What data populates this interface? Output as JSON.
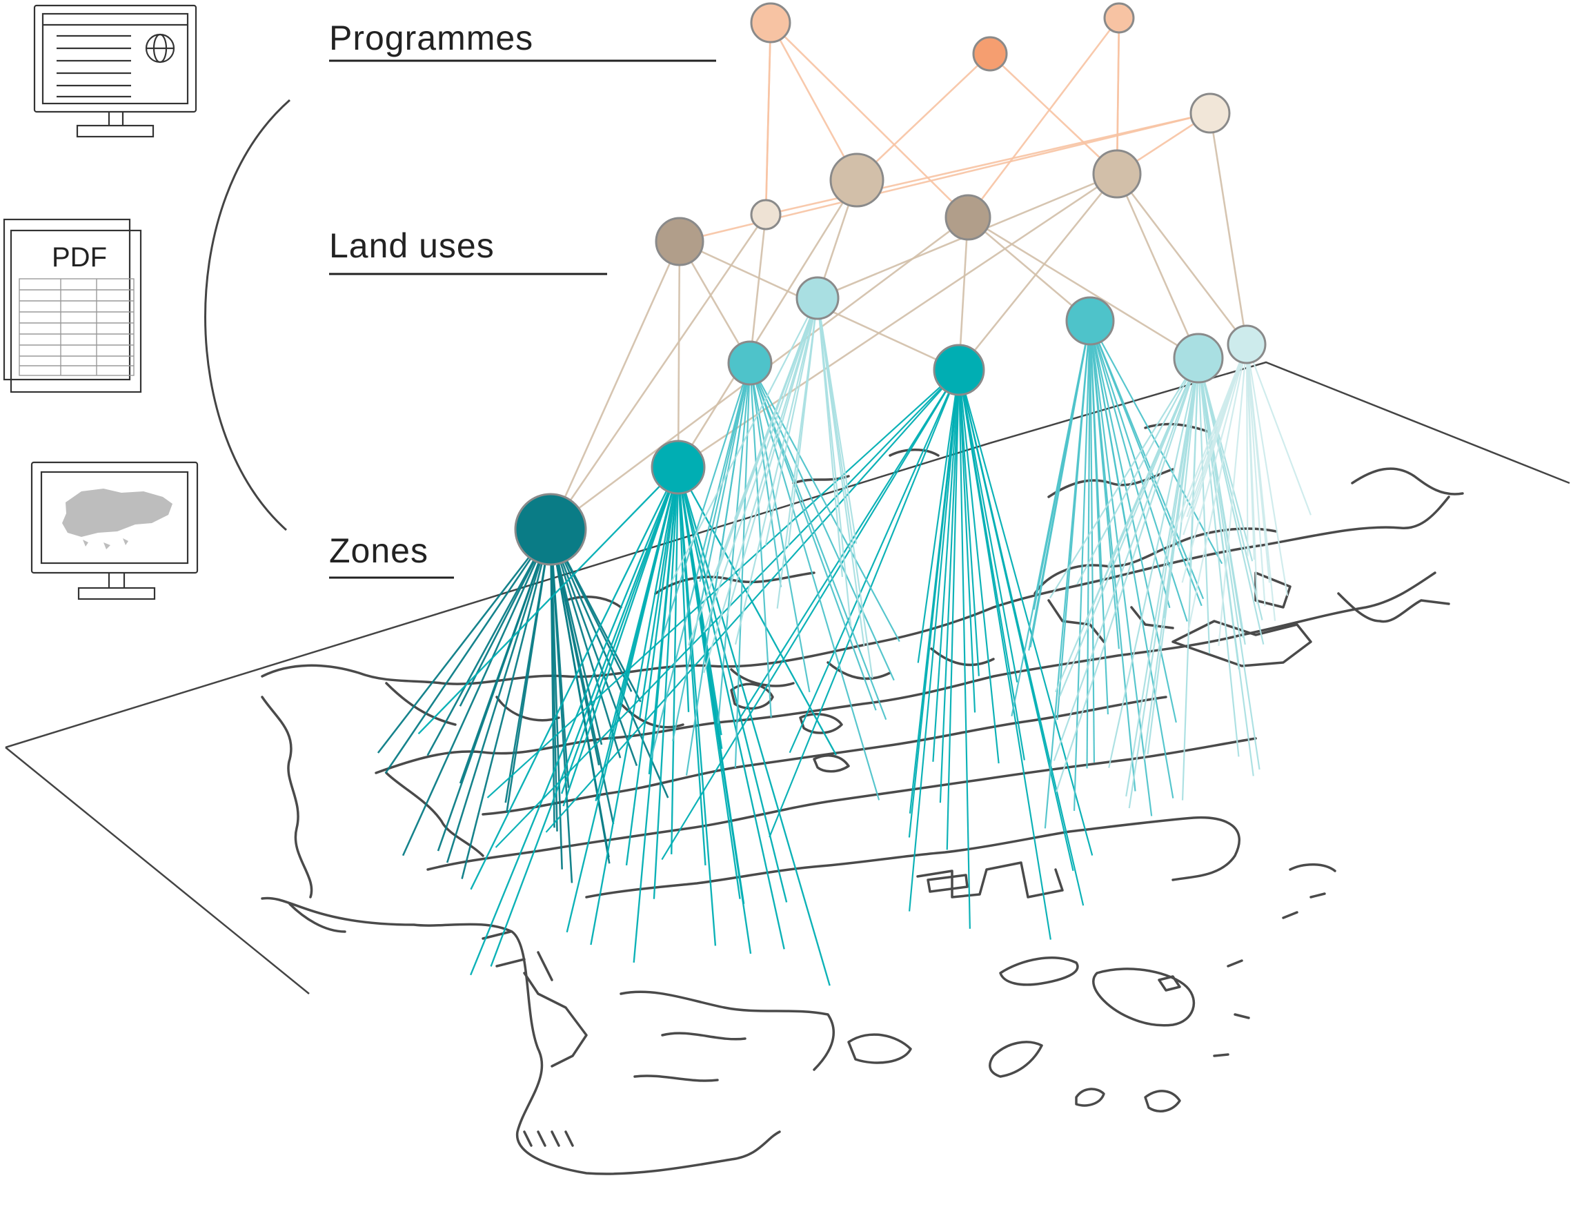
{
  "labels": {
    "programmes": "Programmes",
    "land_uses": "Land uses",
    "zones": "Zones"
  },
  "sources": {
    "pdf_label": "PDF",
    "items": [
      "web-document-icon",
      "pdf-table-icon",
      "map-screen-icon"
    ]
  },
  "colors": {
    "programme_light": "#f7c3a3",
    "programme_strong": "#f59e70",
    "programme_pale": "#f1e6d8",
    "landuse_tan": "#d2bfa9",
    "landuse_brown": "#b19e8a",
    "landuse_pale": "#eee2d4",
    "zone_dark": "#0a7c86",
    "zone_mid": "#00aeb3",
    "zone_light": "#4ec3ca",
    "zone_pale": "#a9dfe2",
    "zone_faint": "#cdebec",
    "map_line": "#4a4a4a"
  }
}
